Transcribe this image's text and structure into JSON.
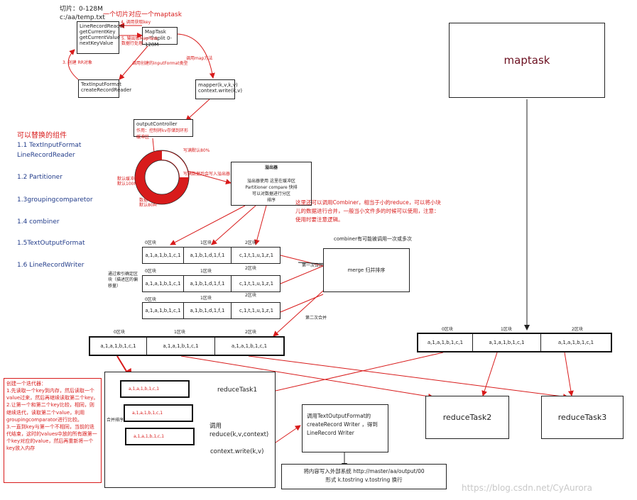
{
  "top_note": {
    "line1": "切片：0-128M",
    "line2": "c:/aa/temp.txt",
    "note": "一个切片对应一个maptask"
  },
  "lrr_box": {
    "lines": [
      "LineRecordReader",
      "getCurrentKey",
      "getCurrentValue",
      "nextKeyValue"
    ]
  },
  "maptask_small": {
    "lines": [
      "MapTask",
      "一个split 0-128M"
    ]
  },
  "tif_box": {
    "lines": [
      "TextInputFormat",
      "createRecordReader"
    ]
  },
  "mapper_box": {
    "lines": [
      "mapper(k,v,k,v)",
      "context.write(k,v)"
    ]
  },
  "tiny_labels": {
    "a1": "4. 调用获取key",
    "a2": "5. 输出给MapTask",
    "a3": "数据行处理",
    "a4": "3. 创建 RR对象",
    "a5": "调用创建的inputFormat类型",
    "a6": "调用map方法"
  },
  "oc_box": {
    "line1": "outputController",
    "line2": "作用：控制将kv存储到环形缓冲区"
  },
  "ring_labels": {
    "top": "写满默认80%",
    "left": "默认缓冲区\n默认100M",
    "bottom": "数据\n默认80M",
    "right": "写满数据后会写入溢出器"
  },
  "spill_box": {
    "title": "溢出器",
    "lines": [
      "溢出器使用    这里在缓冲区",
      "Partitioner   compare  快排",
      "可以对数据进行分区",
      "排序"
    ]
  },
  "components": {
    "title": "可以替换的组件",
    "items": [
      "1.1 TextInputFormat",
      "LineRecordReader",
      "1.2 Partitioner",
      "1.3groupingcomparetor",
      "1.4 combiner",
      "1.5TextOutputFormat",
      "1.6 LineRecordWriter"
    ]
  },
  "combiner_note": "这里还可以调用Combiner，相当于小的reduce，可以将小块儿的数据进行合并，一般当小文件多的时候可以使用，注意：使用时要注意逻辑。",
  "combiner_label": "combiner有可能被调用一次或多次",
  "merge_box": {
    "label": "merge 归并排序"
  },
  "partition_rows": [
    {
      "headers": [
        "0区块",
        "1区块",
        "2区块"
      ],
      "cells": [
        "a,1,a,1,b,1,c,1",
        "a,1,b,1,d,1,f,1",
        "c,1,t,1,u,1,z,1"
      ]
    },
    {
      "headers": [
        "0区块",
        "1区块",
        "2区块"
      ],
      "cells": [
        "a,1,a,1,b,1,c,1",
        "a,1,b,1,d,1,f,1",
        "c,1,t,1,u,1,z,1"
      ]
    },
    {
      "headers": [
        "0区块",
        "1区块",
        "2区块"
      ],
      "cells": [
        "a,1,a,1,b,1,c,1",
        "a,1,b,1,d,1,f,1",
        "c,1,t,1,u,1,z,1"
      ]
    }
  ],
  "index_note": "通过索引确定区块（描述区的偏移量）",
  "merge_label1": "第一次合并",
  "merge_label2": "第二次合并",
  "map_output_left": {
    "headers": [
      "0区块",
      "1区块",
      "2区块"
    ],
    "cells": [
      "a,1,a,1,b,1,c,1",
      "a,1,a,1,b,1,c,1",
      "a,1,a,1,b,1,c,1"
    ]
  },
  "map_output_right": {
    "headers": [
      "0区块",
      "1区块",
      "2区块"
    ],
    "cells": [
      "a,1,a,1,b,1,c,1",
      "a,1,a,1,b,1,c,1",
      "a,1,a,1,b,1,c,1"
    ]
  },
  "maptask_big": "maptask",
  "reduce_task1": {
    "title": "reduceTask1",
    "groups": [
      "a,1,a,1,b,1,c,1",
      "a,1,a,1,b,1,c,1",
      "a,1,a,1,b,1,c,1"
    ],
    "merge_sort": "合并排序",
    "call_lines": [
      "调用",
      "reduce(k,v,context)"
    ],
    "write": "context.write(k,v)"
  },
  "reduce_task2": "reduceTask2",
  "reduce_task3": "reduceTask3",
  "iterator_note": {
    "lines": [
      "创建一个迭代器：",
      "1.先读取一个key到内存，然后读取一个value过来，然后再继续读取第二个key。",
      "2.让第一个和第二个key比较，相同，则继续迭代，读取第二个value，利用groupingcomparator进行比较。",
      "3.一直到key与第一个不相同，当前的迭代结束，这时的values中放的所有跟第一个key对应的value，然后再重新将一个key放入内存"
    ]
  },
  "tof_box": {
    "lines": [
      "调用TextOutputFormat的",
      "createRecord Writer ，得到",
      "LineRecord Writer"
    ]
  },
  "output_box": {
    "line1": "将内容写入外部系统  http://master/aa/output/00",
    "line2": "形式 k.tostring       v.tostring      换行"
  },
  "watermark": "https://blog.csdn.net/CyAurora"
}
